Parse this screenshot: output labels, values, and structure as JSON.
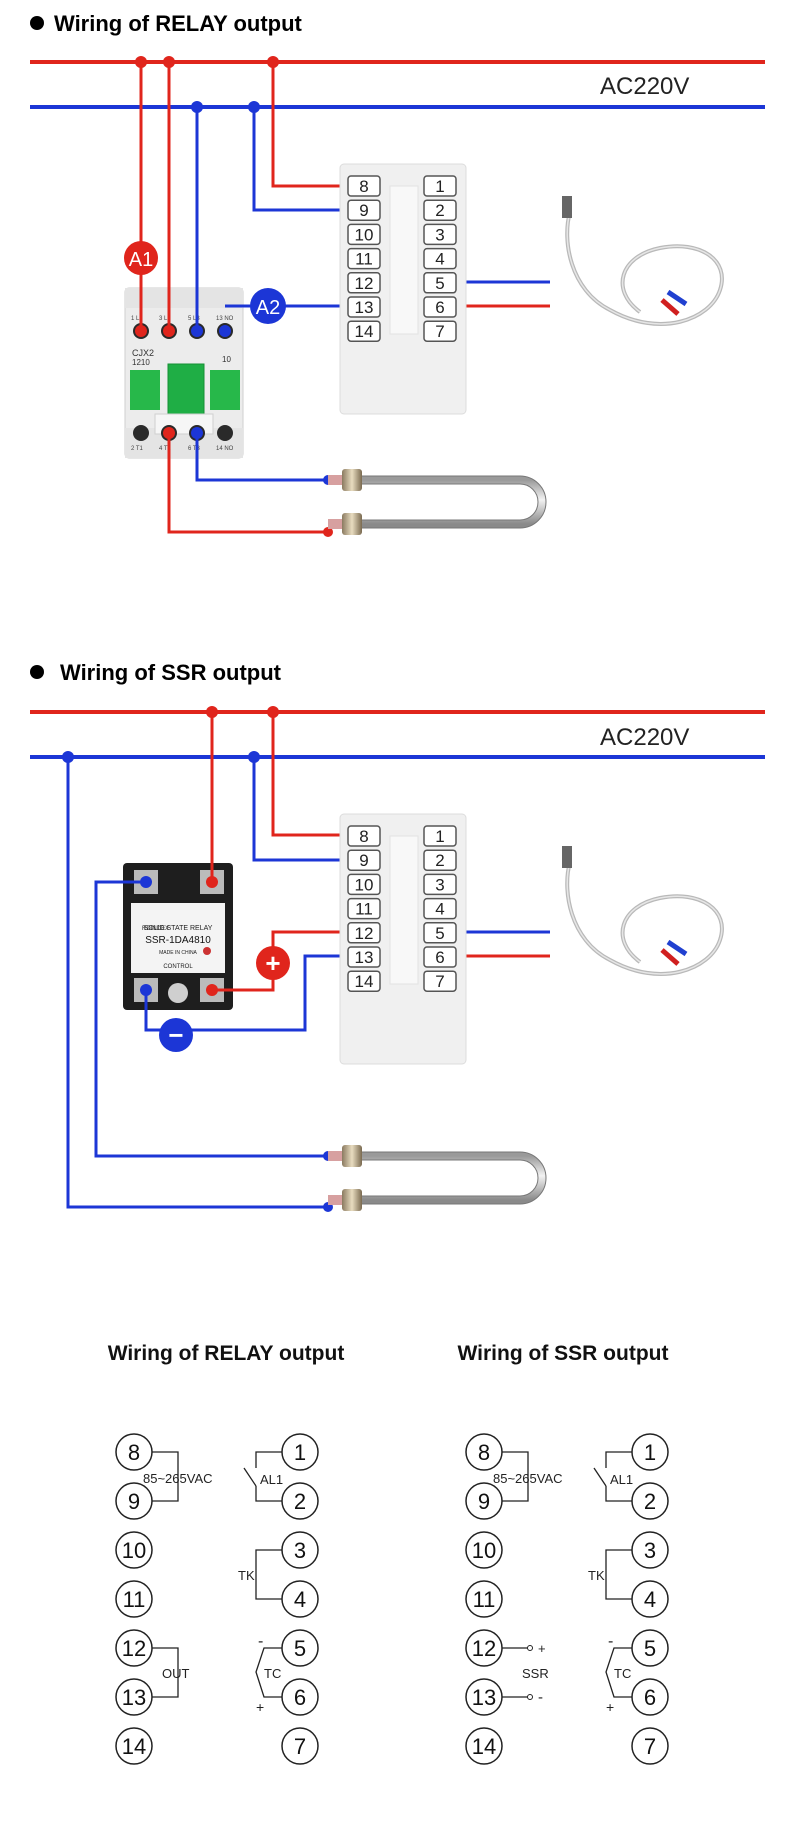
{
  "section1": {
    "title": "Wiring of RELAY output",
    "supply": "AC220V",
    "badge_a1": "A1",
    "badge_a2": "A2",
    "contactor": {
      "model": "CJX2",
      "rating": "1210",
      "top_terms": [
        "1 L1",
        "3 L2",
        "5 L3",
        "13 NO"
      ],
      "bottom_terms": [
        "2 T1",
        "4 T2",
        "6 T3",
        "14 NO"
      ],
      "aux": "10"
    }
  },
  "section2": {
    "title": "Wiring of SSR output",
    "supply": "AC220V",
    "plus": "+",
    "minus": "−",
    "ssr": {
      "brand": "RDINDEX",
      "type": "SOLID STATE RELAY",
      "model": "SSR-1DA4810",
      "note": "MADE IN CHINA",
      "control": "CONTROL"
    }
  },
  "controller": {
    "left": [
      "8",
      "9",
      "10",
      "11",
      "12",
      "13",
      "14"
    ],
    "right": [
      "1",
      "2",
      "3",
      "4",
      "5",
      "6",
      "7"
    ]
  },
  "schematic_relay": {
    "title": "Wiring of RELAY output",
    "vac": "85~265VAC",
    "al1": "AL1",
    "tk": "TK",
    "out": "OUT",
    "tc": "TC",
    "minus": "-",
    "plus": "+",
    "left": [
      "8",
      "9",
      "10",
      "11",
      "12",
      "13",
      "14"
    ],
    "right": [
      "1",
      "2",
      "3",
      "4",
      "5",
      "6",
      "7"
    ]
  },
  "schematic_ssr": {
    "title": "Wiring of SSR output",
    "vac": "85~265VAC",
    "al1": "AL1",
    "tk": "TK",
    "ssr": "SSR",
    "tc": "TC",
    "minus": "-",
    "plus": "+",
    "ssr_plus": "+",
    "ssr_minus": "-",
    "left": [
      "8",
      "9",
      "10",
      "11",
      "12",
      "13",
      "14"
    ],
    "right": [
      "1",
      "2",
      "3",
      "4",
      "5",
      "6",
      "7"
    ]
  },
  "colors": {
    "live": "#e0251c",
    "neutral": "#1c36d6"
  }
}
